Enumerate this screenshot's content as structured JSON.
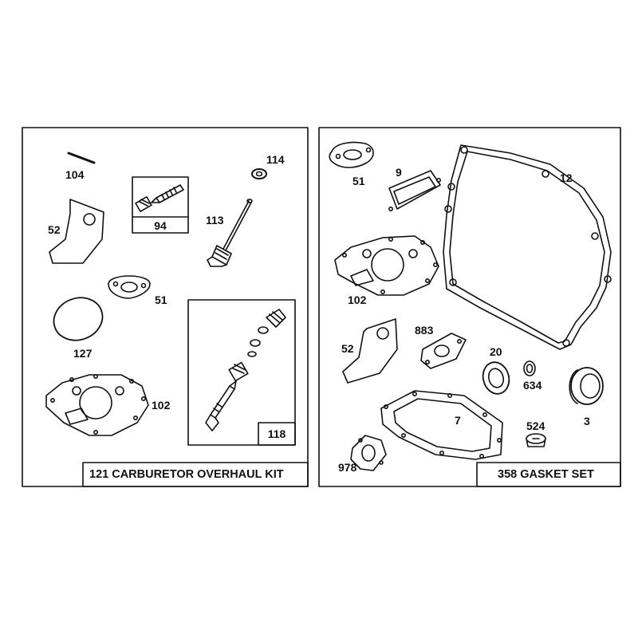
{
  "panels": {
    "left": {
      "title": "121 CARBURETOR OVERHAUL KIT",
      "parts": {
        "p104": "104",
        "p114": "114",
        "p94": "94",
        "p52": "52",
        "p113": "113",
        "p51": "51",
        "p127": "127",
        "p102": "102",
        "p118": "118"
      }
    },
    "right": {
      "title": "358 GASKET SET",
      "parts": {
        "p51": "51",
        "p9": "9",
        "p12": "12",
        "p102": "102",
        "p52": "52",
        "p883": "883",
        "p20": "20",
        "p634": "634",
        "p3": "3",
        "p7": "7",
        "p524": "524",
        "p978": "978"
      }
    }
  },
  "colors": {
    "line": "#111111",
    "background": "#ffffff"
  }
}
